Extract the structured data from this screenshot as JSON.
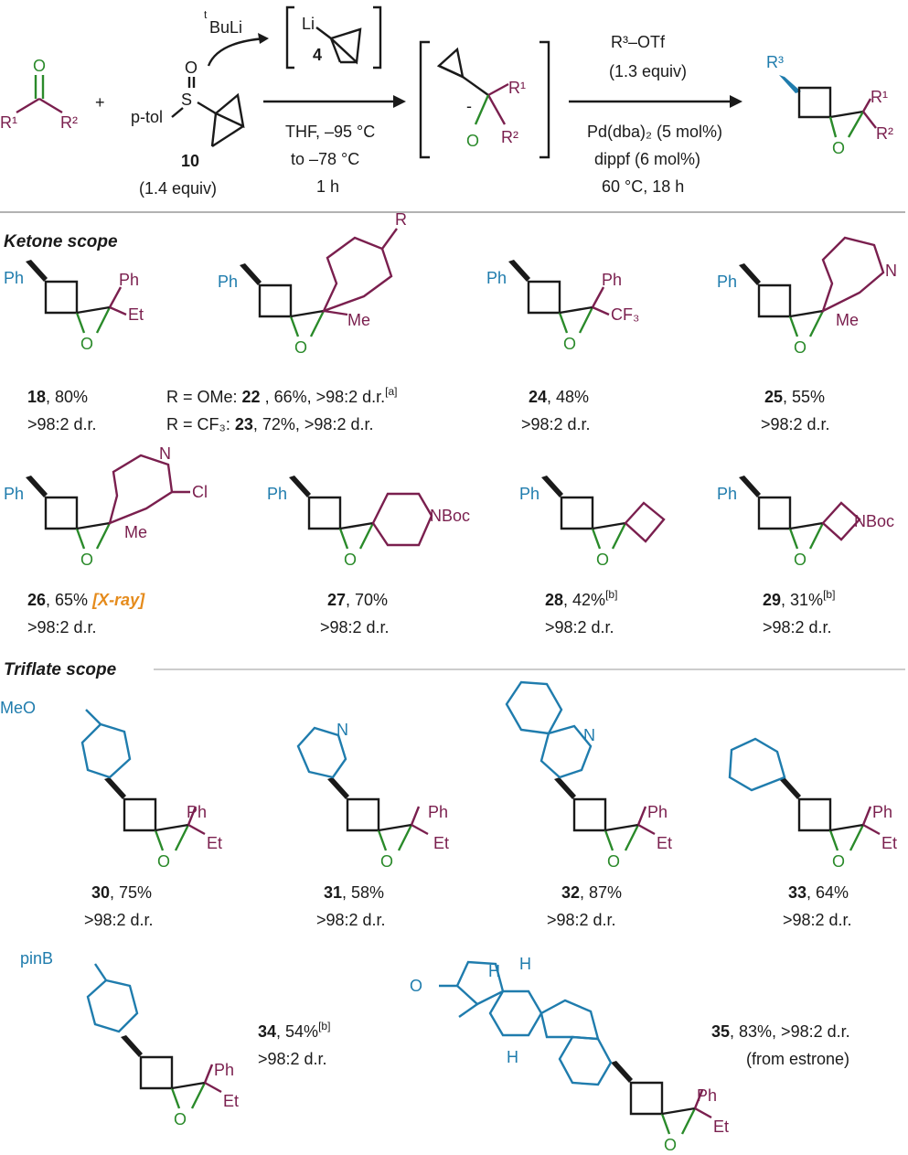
{
  "scheme": {
    "reagent_tBuLi": "BuLi",
    "reagent_tBuLi_sup": "t",
    "li_label": "Li",
    "intermediate_4": "4",
    "compound_10": "10",
    "equiv_10": "(1.4 equiv)",
    "ptol": "p-tol",
    "cond1": [
      "THF, –95 °C",
      "to –78 °C",
      "1 h"
    ],
    "r3otf": "R³–OTf",
    "r3otf_equiv": "(1.3 equiv)",
    "cond2": [
      "Pd(dba)₂ (5 mol%)",
      "dippf (6 mol%)",
      "60 °C, 18 h"
    ],
    "r1": "R¹",
    "r2": "R²",
    "r3": "R³",
    "O": "O",
    "S": "S",
    "plus": "+",
    "minus": "-"
  },
  "sections": {
    "ketone": "Ketone scope",
    "triflate": "Triflate scope"
  },
  "compounds": {
    "c18": {
      "num": "18",
      "yield": ", 80%",
      "dr": ">98:2 d.r."
    },
    "c22": {
      "pre": "R = OMe: ",
      "num": "22",
      "yield": " , 66%, >98:2 d.r.",
      "note": "[a]"
    },
    "c23": {
      "pre": "R = CF₃: ",
      "num": "23",
      "yield": ", 72%, >98:2 d.r."
    },
    "c24": {
      "num": "24",
      "yield": ", 48%",
      "dr": ">98:2 d.r."
    },
    "c25": {
      "num": "25",
      "yield": ", 55%",
      "dr": ">98:2 d.r."
    },
    "c26": {
      "num": "26",
      "yield": ", 65% ",
      "xray": "[X-ray]",
      "dr": ">98:2 d.r."
    },
    "c27": {
      "num": "27",
      "yield": ", 70%",
      "dr": ">98:2 d.r."
    },
    "c28": {
      "num": "28",
      "yield": ", 42%",
      "note": "[b]",
      "dr": ">98:2 d.r."
    },
    "c29": {
      "num": "29",
      "yield": ", 31%",
      "note": "[b]",
      "dr": ">98:2 d.r."
    },
    "c30": {
      "num": "30",
      "yield": ", 75%",
      "dr": ">98:2 d.r."
    },
    "c31": {
      "num": "31",
      "yield": ", 58%",
      "dr": ">98:2 d.r."
    },
    "c32": {
      "num": "32",
      "yield": ", 87%",
      "dr": ">98:2 d.r."
    },
    "c33": {
      "num": "33",
      "yield": ", 64%",
      "dr": ">98:2 d.r."
    },
    "c34": {
      "num": "34",
      "yield": ", 54%",
      "note": "[b]",
      "dr": ">98:2 d.r."
    },
    "c35": {
      "num": "35",
      "yield": ", 83%, >98:2 d.r.",
      "src": "(from estrone)"
    }
  },
  "substituents": {
    "Ph": "Ph",
    "Et": "Et",
    "Me": "Me",
    "CF3": "CF₃",
    "R": "R",
    "N": "N",
    "Cl": "Cl",
    "NBoc": "NBoc",
    "MeO": "MeO",
    "pinB": "pinB",
    "H": "H"
  },
  "colors": {
    "aryl": "#1f7cad",
    "ketone": "#7a1f4e",
    "oxygen": "#2a8a2a",
    "xray": "#e58b1c"
  }
}
